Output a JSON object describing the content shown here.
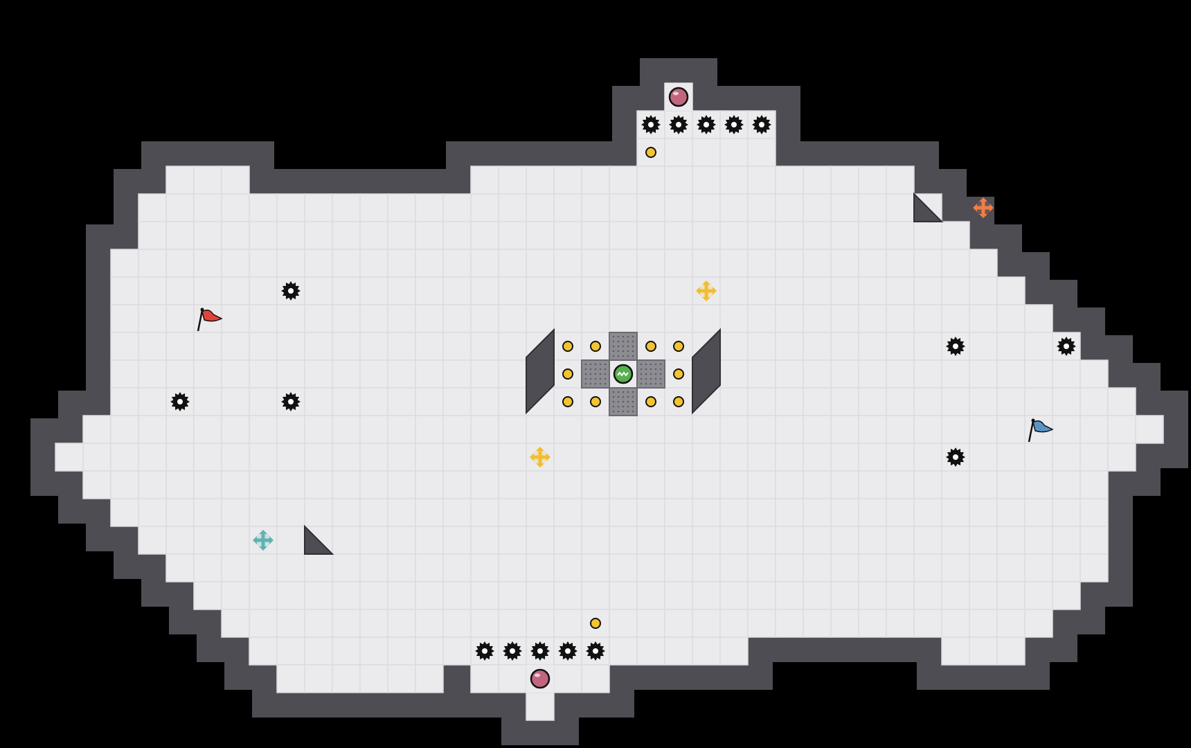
{
  "colors": {
    "background": "#000000",
    "wall": "#4d4d53",
    "wall_outline": "#2f2f34",
    "floor": "#ebebee",
    "floor_grid": "#dcdce0",
    "grate": "#8c8c92",
    "coin": "#f4c430",
    "saw": "#111111",
    "red_flag": "#e0443c",
    "blue_flag": "#5b93c7",
    "yellow_arrows": "#f2be2e",
    "orange_arrows": "#ee7e4a",
    "teal_arrows": "#5fb3b0",
    "exit_orb": "#c2667f",
    "player": "#55b04d"
  },
  "board": {
    "rows": [
      {
        "row": 0,
        "spans": [
          [
            23,
            23
          ]
        ]
      },
      {
        "row": 1,
        "spans": [
          [
            22,
            26
          ]
        ]
      },
      {
        "row": 2,
        "spans": [
          [
            22,
            26
          ]
        ]
      },
      {
        "row": 3,
        "spans": [
          [
            5,
            7
          ],
          [
            16,
            31
          ]
        ]
      },
      {
        "row": 4,
        "spans": [
          [
            4,
            14
          ],
          [
            15,
            32
          ]
        ]
      },
      {
        "row": 5,
        "spans": [
          [
            4,
            14
          ],
          [
            15,
            33
          ]
        ]
      },
      {
        "row": 6,
        "spans": [
          [
            3,
            34
          ]
        ]
      },
      {
        "row": 7,
        "spans": [
          [
            3,
            35
          ]
        ]
      },
      {
        "row": 8,
        "spans": [
          [
            3,
            36
          ]
        ]
      },
      {
        "row": 9,
        "spans": [
          [
            3,
            37
          ]
        ]
      },
      {
        "row": 10,
        "spans": [
          [
            3,
            38
          ]
        ]
      },
      {
        "row": 11,
        "spans": [
          [
            3,
            39
          ]
        ]
      },
      {
        "row": 12,
        "spans": [
          [
            2,
            40
          ]
        ]
      },
      {
        "row": 13,
        "spans": [
          [
            1,
            39
          ]
        ]
      },
      {
        "row": 14,
        "spans": [
          [
            2,
            38
          ]
        ]
      },
      {
        "row": 15,
        "spans": [
          [
            3,
            38
          ]
        ]
      },
      {
        "row": 16,
        "spans": [
          [
            4,
            38
          ]
        ]
      },
      {
        "row": 17,
        "spans": [
          [
            5,
            38
          ]
        ]
      },
      {
        "row": 18,
        "spans": [
          [
            6,
            37
          ]
        ]
      },
      {
        "row": 19,
        "spans": [
          [
            7,
            26
          ],
          [
            27,
            36
          ]
        ]
      },
      {
        "row": 20,
        "spans": [
          [
            8,
            25
          ],
          [
            33,
            35
          ]
        ]
      },
      {
        "row": 21,
        "spans": [
          [
            9,
            14
          ],
          [
            16,
            20
          ]
        ]
      },
      {
        "row": 22,
        "spans": [
          [
            18,
            18
          ]
        ]
      }
    ]
  },
  "pieces": [
    {
      "type": "exit-orb",
      "row": 0,
      "col": 23
    },
    {
      "type": "saw",
      "row": 1,
      "col": 22
    },
    {
      "type": "saw",
      "row": 1,
      "col": 23
    },
    {
      "type": "saw",
      "row": 1,
      "col": 24
    },
    {
      "type": "saw",
      "row": 1,
      "col": 25
    },
    {
      "type": "saw",
      "row": 1,
      "col": 26
    },
    {
      "type": "coin",
      "row": 2,
      "col": 22
    },
    {
      "type": "orange-arrows",
      "row": 4,
      "col": 34
    },
    {
      "type": "saw",
      "row": 7,
      "col": 9
    },
    {
      "type": "yellow-arrows",
      "row": 7,
      "col": 24
    },
    {
      "type": "red-flag",
      "row": 8,
      "col": 6
    },
    {
      "type": "coin",
      "row": 9,
      "col": 19
    },
    {
      "type": "coin",
      "row": 9,
      "col": 20
    },
    {
      "type": "grate",
      "row": 9,
      "col": 21
    },
    {
      "type": "coin",
      "row": 9,
      "col": 22
    },
    {
      "type": "coin",
      "row": 9,
      "col": 23
    },
    {
      "type": "saw",
      "row": 9,
      "col": 33
    },
    {
      "type": "saw",
      "row": 9,
      "col": 37
    },
    {
      "type": "coin",
      "row": 10,
      "col": 19
    },
    {
      "type": "grate",
      "row": 10,
      "col": 20
    },
    {
      "type": "player",
      "row": 10,
      "col": 21
    },
    {
      "type": "grate",
      "row": 10,
      "col": 22
    },
    {
      "type": "coin",
      "row": 10,
      "col": 23
    },
    {
      "type": "saw",
      "row": 11,
      "col": 5
    },
    {
      "type": "saw",
      "row": 11,
      "col": 9
    },
    {
      "type": "coin",
      "row": 11,
      "col": 19
    },
    {
      "type": "coin",
      "row": 11,
      "col": 20
    },
    {
      "type": "grate",
      "row": 11,
      "col": 21
    },
    {
      "type": "coin",
      "row": 11,
      "col": 22
    },
    {
      "type": "coin",
      "row": 11,
      "col": 23
    },
    {
      "type": "blue-flag",
      "row": 12,
      "col": 36
    },
    {
      "type": "yellow-arrows",
      "row": 13,
      "col": 18
    },
    {
      "type": "saw",
      "row": 13,
      "col": 33
    },
    {
      "type": "teal-arrows",
      "row": 16,
      "col": 8
    },
    {
      "type": "coin",
      "row": 19,
      "col": 20
    },
    {
      "type": "saw",
      "row": 20,
      "col": 16
    },
    {
      "type": "saw",
      "row": 20,
      "col": 17
    },
    {
      "type": "saw",
      "row": 20,
      "col": 18
    },
    {
      "type": "saw",
      "row": 20,
      "col": 19
    },
    {
      "type": "saw",
      "row": 20,
      "col": 20
    },
    {
      "type": "exit-orb",
      "row": 21,
      "col": 18
    }
  ],
  "obstacles": [
    {
      "type": "wall-wedge",
      "row": 9,
      "col": 18
    },
    {
      "type": "wall-wedge",
      "row": 9,
      "col": 24
    },
    {
      "type": "wall-corner",
      "row": 4,
      "col": 32
    },
    {
      "type": "wall-corner",
      "row": 16,
      "col": 10
    }
  ]
}
